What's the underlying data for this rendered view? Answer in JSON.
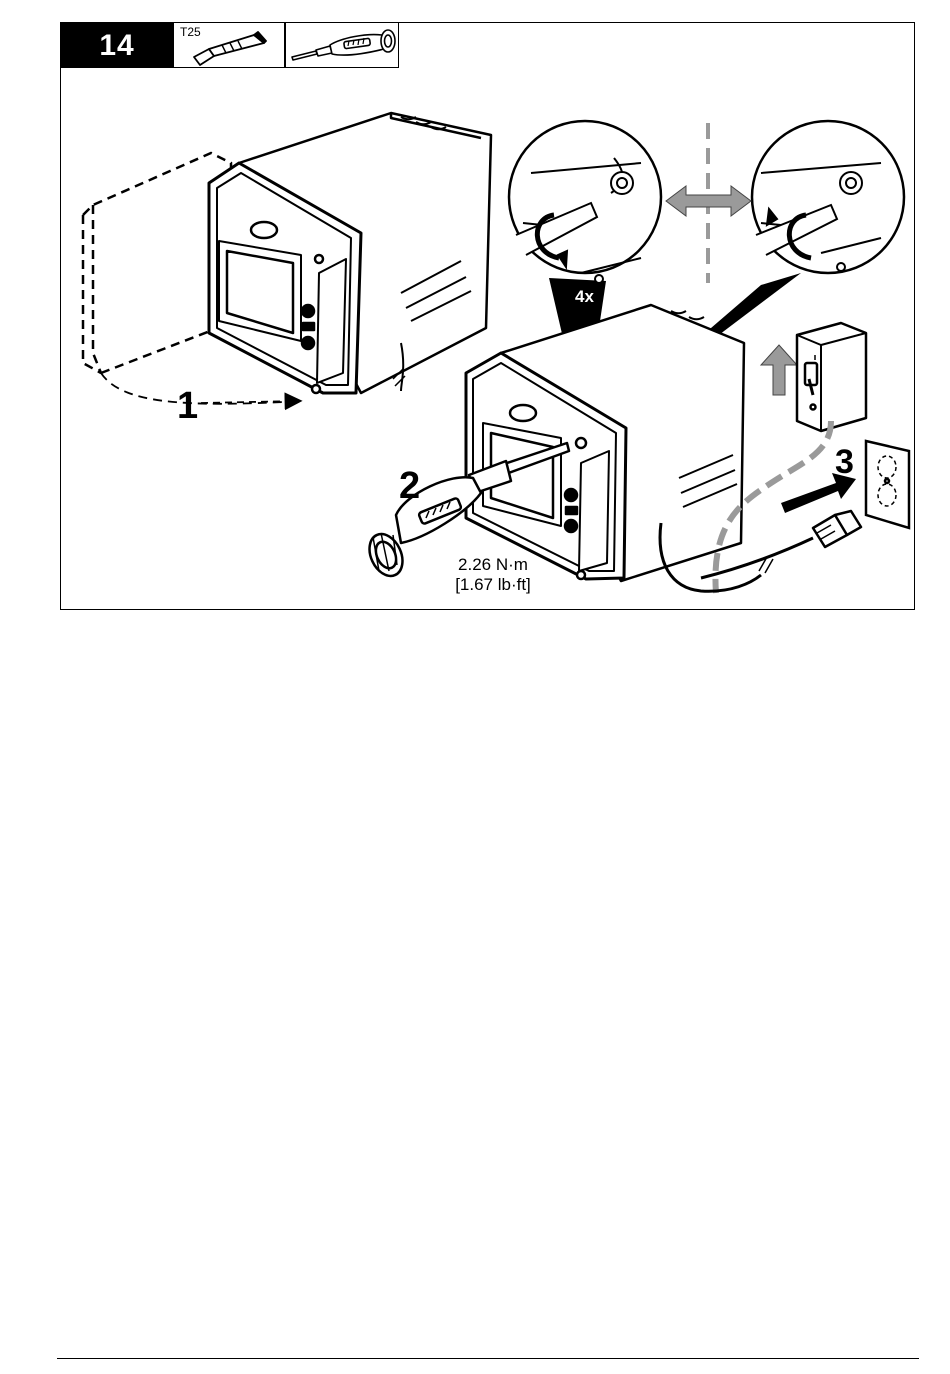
{
  "step_number": "14",
  "tools": {
    "bit_label": "T25",
    "bit_icon": "torx-bit-icon",
    "driver_icon": "torque-screwdriver-icon"
  },
  "callouts": {
    "step1": "1",
    "step2": "2",
    "step3": "3",
    "count_left": "4x",
    "count_right": "4x"
  },
  "torque": {
    "metric": "2.26 N·m",
    "imperial": "[1.67 lb·ft]"
  },
  "colors": {
    "ink": "#000000",
    "gray": "#9a9a9a",
    "paper": "#ffffff"
  }
}
